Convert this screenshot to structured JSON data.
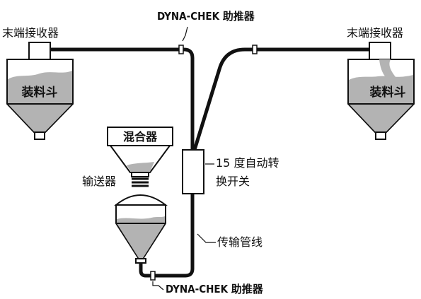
{
  "labels": {
    "end_receiver_left": "末端接收器",
    "end_receiver_right": "末端接收器",
    "hopper_left": "装料斗",
    "hopper_right": "装料斗",
    "mixer": "混合器",
    "conveyor": "输送器",
    "booster_top": "DYNA-CHEK 助推器",
    "booster_bottom": "DYNA-CHEK 助推器",
    "switch_line1": "15 度自动转",
    "switch_line2": "换开关",
    "pipeline": "传输管线"
  },
  "colors": {
    "line": "#111111",
    "fill_material": "#b3b3b3",
    "background": "#ffffff"
  }
}
